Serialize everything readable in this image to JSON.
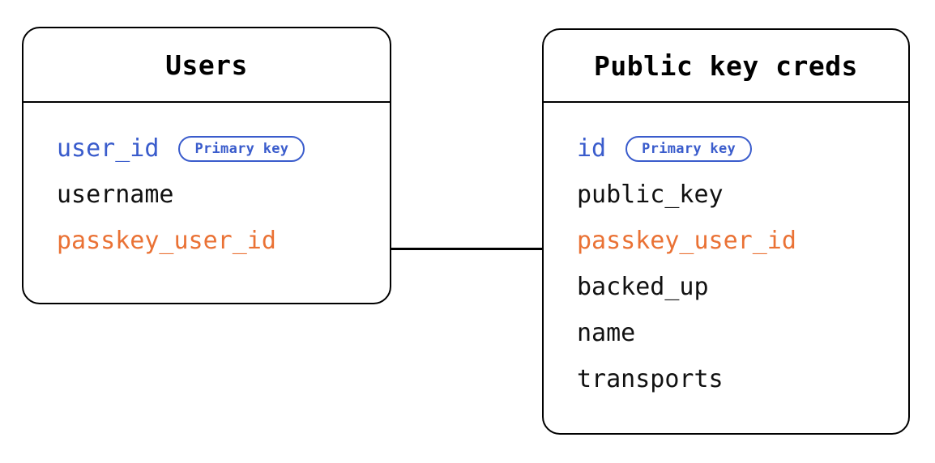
{
  "diagram": {
    "type": "entity-relationship-diagram",
    "background_color": "#ffffff",
    "line_color": "#000000",
    "colors": {
      "primary_key_text": "#3a5ccc",
      "foreign_key_text": "#ea7235",
      "default_text": "#111111",
      "border": "#000000",
      "badge_border": "#3a5ccc"
    }
  },
  "entities": [
    {
      "id": "users",
      "title": "Users",
      "fields": [
        {
          "name": "user_id",
          "role": "key",
          "badge": "Primary key"
        },
        {
          "name": "username",
          "role": "default",
          "badge": null
        },
        {
          "name": "passkey_user_id",
          "role": "fkey",
          "badge": null
        }
      ]
    },
    {
      "id": "public_key_creds",
      "title": "Public key creds",
      "fields": [
        {
          "name": "id",
          "role": "key",
          "badge": "Primary key"
        },
        {
          "name": "public_key",
          "role": "default",
          "badge": null
        },
        {
          "name": "passkey_user_id",
          "role": "fkey",
          "badge": null
        },
        {
          "name": "backed_up",
          "role": "default",
          "badge": null
        },
        {
          "name": "name",
          "role": "default",
          "badge": null
        },
        {
          "name": "transports",
          "role": "default",
          "badge": null
        }
      ]
    }
  ],
  "relationships": [
    {
      "id": "users-to-public-key-creds",
      "from_entity": "users",
      "from_field": "passkey_user_id",
      "to_entity": "public_key_creds",
      "to_field": "passkey_user_id",
      "style": "solid"
    }
  ]
}
